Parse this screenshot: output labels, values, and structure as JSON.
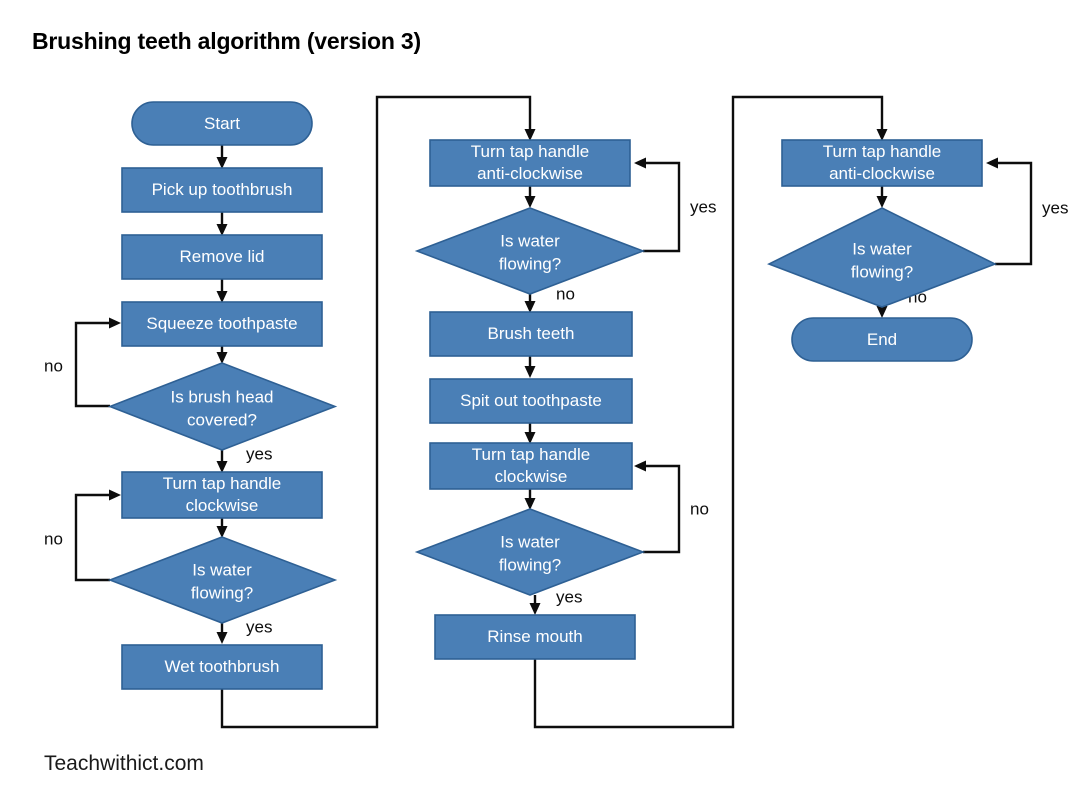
{
  "title": "Brushing teeth algorithm (version 3)",
  "footer": "Teachwithict.com",
  "colors": {
    "node_fill": "#4a7fb6",
    "node_stroke": "#2e6094",
    "node_text": "#ffffff",
    "edge": "#0d0d0d",
    "background": "#ffffff",
    "title_text": "#000000"
  },
  "nodes": {
    "start": {
      "label": "Start",
      "shape": "terminator"
    },
    "pick_up_toothbrush": {
      "label": "Pick up toothbrush",
      "shape": "process"
    },
    "remove_lid": {
      "label": "Remove lid",
      "shape": "process"
    },
    "squeeze_toothpaste": {
      "label": "Squeeze toothpaste",
      "shape": "process"
    },
    "is_brush_head_covered": {
      "label_line1": "Is brush head",
      "label_line2": "covered?",
      "shape": "decision"
    },
    "turn_tap_handle_clockwise_1": {
      "label_line1": "Turn tap handle",
      "label_line2": "clockwise",
      "shape": "process"
    },
    "is_water_flowing_1": {
      "label_line1": "Is water",
      "label_line2": "flowing?",
      "shape": "decision"
    },
    "wet_toothbrush": {
      "label": "Wet toothbrush",
      "shape": "process"
    },
    "turn_tap_handle_anti_clockwise_1": {
      "label_line1": "Turn tap handle",
      "label_line2": "anti-clockwise",
      "shape": "process"
    },
    "is_water_flowing_2": {
      "label_line1": "Is water",
      "label_line2": "flowing?",
      "shape": "decision"
    },
    "brush_teeth": {
      "label": "Brush teeth",
      "shape": "process"
    },
    "spit_out_toothpaste": {
      "label": "Spit out toothpaste",
      "shape": "process"
    },
    "turn_tap_handle_clockwise_2": {
      "label_line1": "Turn tap handle",
      "label_line2": "clockwise",
      "shape": "process"
    },
    "is_water_flowing_3": {
      "label_line1": "Is water",
      "label_line2": "flowing?",
      "shape": "decision"
    },
    "rinse_mouth": {
      "label": "Rinse mouth",
      "shape": "process"
    },
    "turn_tap_handle_anti_clockwise_2": {
      "label_line1": "Turn tap handle",
      "label_line2": "anti-clockwise",
      "shape": "process"
    },
    "is_water_flowing_4": {
      "label_line1": "Is water",
      "label_line2": "flowing?",
      "shape": "decision"
    },
    "end": {
      "label": "End",
      "shape": "terminator"
    }
  },
  "edge_labels": {
    "brush_head_no": "no",
    "brush_head_yes": "yes",
    "water1_no": "no",
    "water1_yes": "yes",
    "water2_yes": "yes",
    "water2_no": "no",
    "water3_no": "no",
    "water3_yes": "yes",
    "water4_yes": "yes",
    "water4_no": "no"
  }
}
